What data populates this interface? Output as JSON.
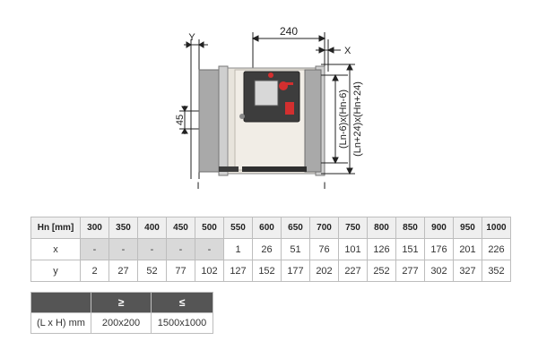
{
  "drawing": {
    "dim_top": "240",
    "label_y": "Y",
    "label_x": "X",
    "dim_left": "45",
    "dim_right_inner": "(Ln-6)x(Hn-6)",
    "dim_right_outer": "(Ln+24)x(Hn+24)",
    "axis_mark_left": "I",
    "axis_mark_right": "I",
    "colors": {
      "frame": "#8a8a8a",
      "body": "#e8e4dc",
      "actuator": "#3d3d3d",
      "accent": "#d32f2f"
    }
  },
  "table": {
    "header_label": "Hn [mm]",
    "columns": [
      "300",
      "350",
      "400",
      "450",
      "500",
      "550",
      "600",
      "650",
      "700",
      "750",
      "800",
      "850",
      "900",
      "950",
      "1000"
    ],
    "rows": [
      {
        "label": "x",
        "values": [
          "-",
          "-",
          "-",
          "-",
          "-",
          "1",
          "26",
          "51",
          "76",
          "101",
          "126",
          "151",
          "176",
          "201",
          "226"
        ]
      },
      {
        "label": "y",
        "values": [
          "2",
          "27",
          "52",
          "77",
          "102",
          "127",
          "152",
          "177",
          "202",
          "227",
          "252",
          "277",
          "302",
          "327",
          "352"
        ]
      }
    ]
  },
  "limits": {
    "header_min": "≥",
    "header_max": "≤",
    "row_label": "(L x H) mm",
    "min_value": "200x200",
    "max_value": "1500x1000"
  }
}
